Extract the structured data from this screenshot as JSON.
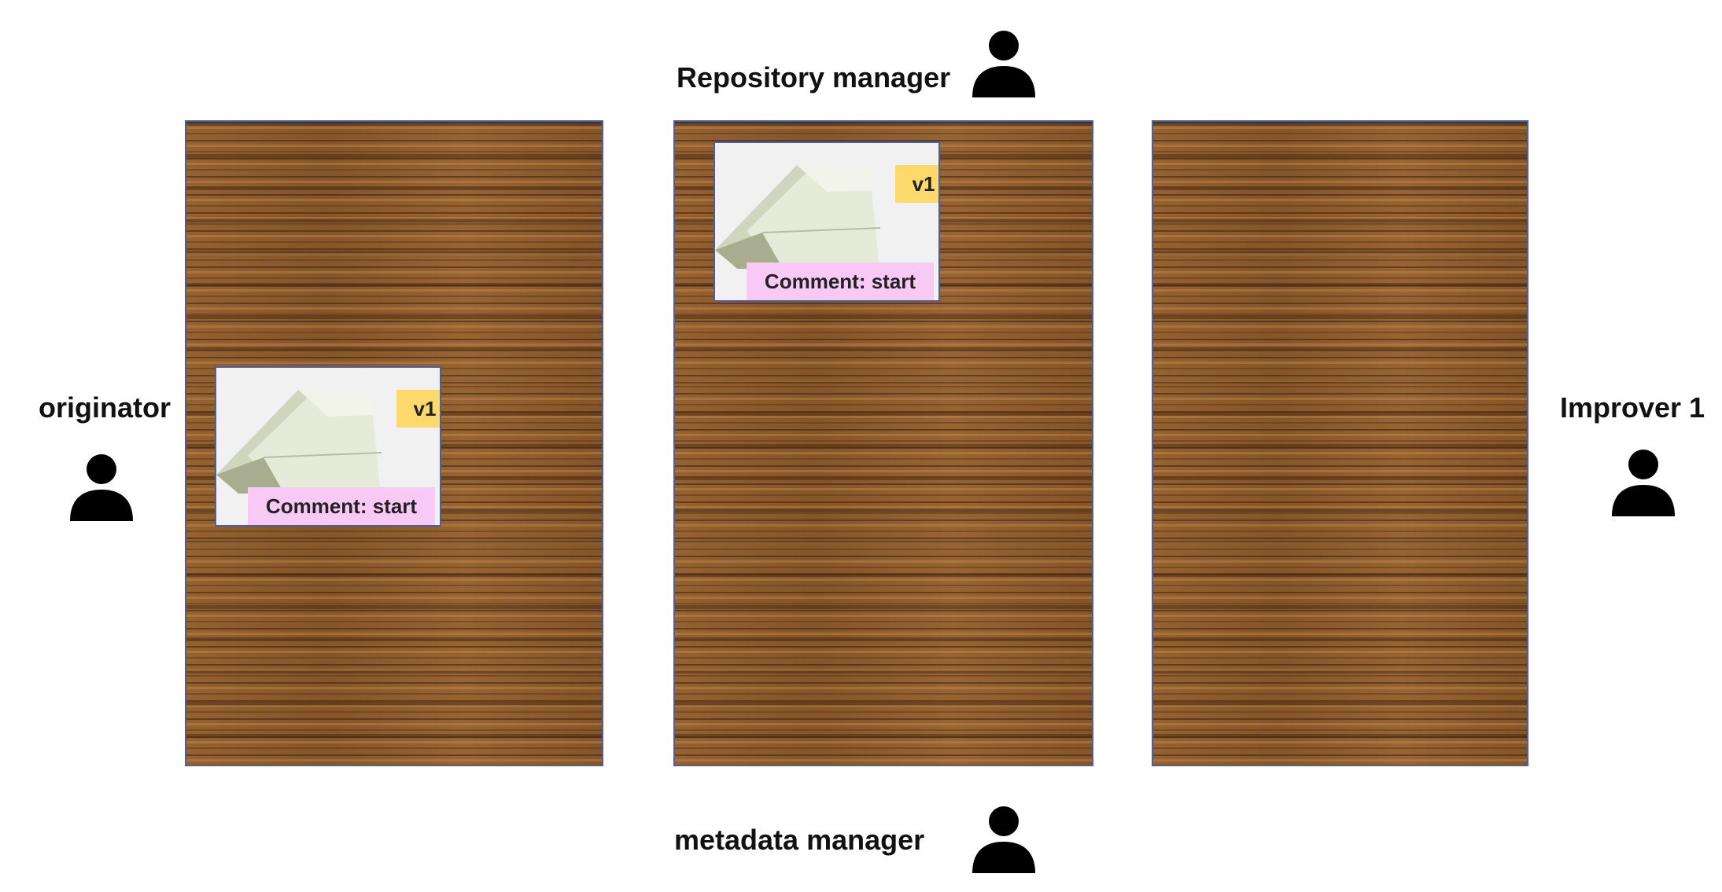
{
  "roles": {
    "repository_manager": "Repository manager",
    "metadata_manager": "metadata manager",
    "originator": "originator",
    "improver": "Improver 1"
  },
  "boards": {
    "originator_card": {
      "version": "v1",
      "comment": "Comment: start"
    },
    "repository_card": {
      "version": "v1",
      "comment": "Comment: start"
    }
  },
  "colors": {
    "version_tag": "#fcd96a",
    "comment_tag": "#f9c9f6",
    "board_border": "#4a5fa6"
  },
  "icons": {
    "person": "person-icon",
    "artifact": "paper-airplane-icon"
  }
}
